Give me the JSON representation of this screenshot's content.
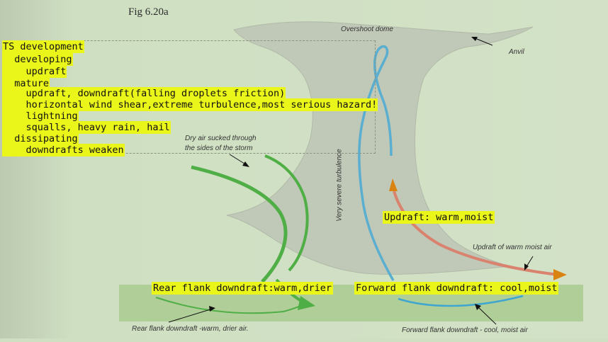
{
  "figure": {
    "title": "Fig 6.20a"
  },
  "notes": {
    "line1": "TS development",
    "line2": "  developing",
    "line3": "    updraft",
    "line4": "  mature",
    "line5": "    updraft, downdraft(falling droplets friction)",
    "line6": "    horizontal wind shear,extreme turbulence,most serious hazard!",
    "line7": "    lightning",
    "line8": "    squalls, heavy rain, hail",
    "line9": "  dissipating",
    "line10": "    downdrafts weaken"
  },
  "highlights": {
    "updraft": "Updraft: warm,moist",
    "rear_flank": "Rear flank downdraft:warm,drier",
    "forward_flank": "Forward flank downdraft: cool,moist"
  },
  "labels": {
    "overshoot": "Overshoot dome",
    "anvil": "Anvil",
    "dry_air_1": "Dry air sucked through",
    "dry_air_2": "the sides of the storm",
    "turbulence": "Very severe turbulence",
    "updraft_air": "Updraft of warm moist air",
    "rear_flank_caption": "Rear flank downdraft -warm, drier air.",
    "forward_flank_caption": "Forward flank downdraft - cool, moist air"
  },
  "colors": {
    "background": "#cfdfc2",
    "storm": "#bfc6b6",
    "ground_band": "#a7c98c",
    "green_arrow": "#4fae45",
    "blue_arrow": "#5aaed0",
    "red_arrow": "#d9826e",
    "arrow_head": "#d98412",
    "highlight": "#eaf51a"
  }
}
